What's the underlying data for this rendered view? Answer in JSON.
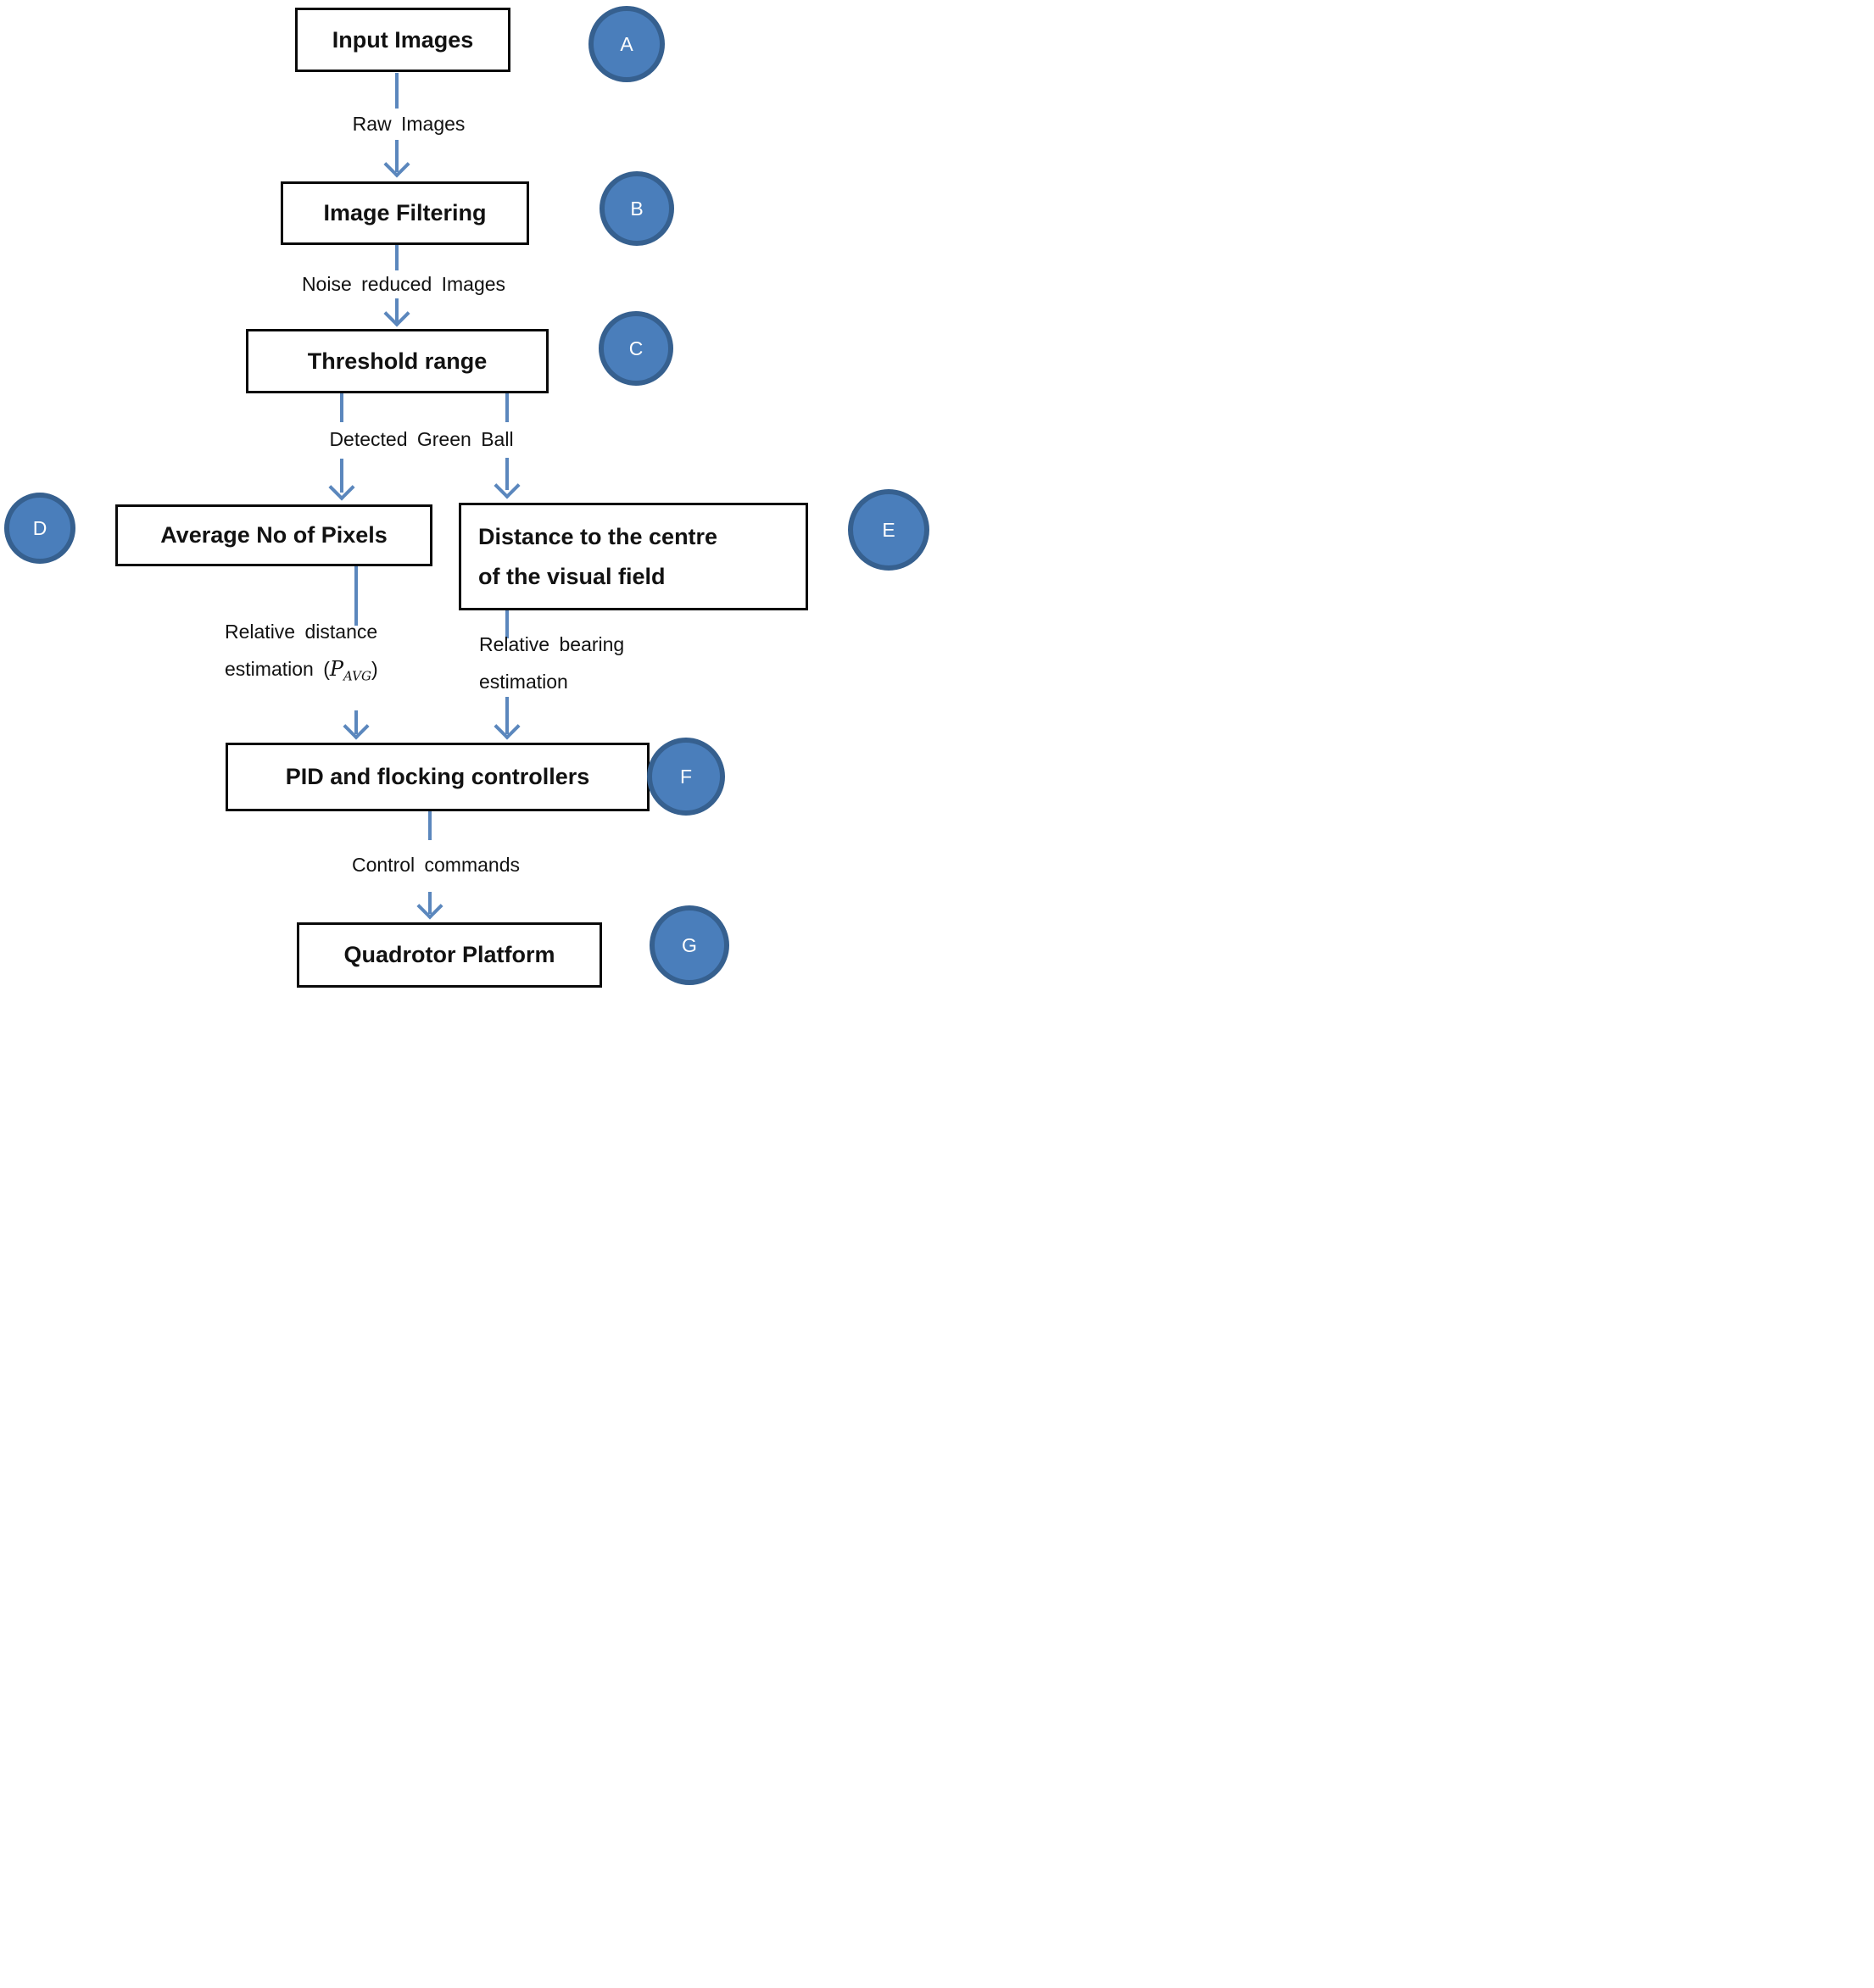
{
  "diagram": {
    "title": "Vision-based quadrotor flocking pipeline flowchart",
    "nodes": [
      {
        "id": "input-images",
        "label": "Input Images"
      },
      {
        "id": "image-filtering",
        "label": "Image Filtering"
      },
      {
        "id": "threshold-range",
        "label": "Threshold range"
      },
      {
        "id": "average-pixels",
        "label": "Average No of Pixels"
      },
      {
        "id": "distance-centre",
        "label": "Distance to the centre of the visual field",
        "label_line1": "Distance to the centre",
        "label_line2": "of the visual field"
      },
      {
        "id": "pid-controllers",
        "label": "PID and flocking controllers"
      },
      {
        "id": "quadrotor-platform",
        "label": "Quadrotor Platform"
      }
    ],
    "markers": [
      {
        "label": "A"
      },
      {
        "label": "B"
      },
      {
        "label": "C"
      },
      {
        "label": "D"
      },
      {
        "label": "E"
      },
      {
        "label": "F"
      },
      {
        "label": "G"
      }
    ],
    "edges": [
      {
        "from": "input-images",
        "to": "image-filtering",
        "label": "Raw Images"
      },
      {
        "from": "image-filtering",
        "to": "threshold-range",
        "label": "Noise reduced Images"
      },
      {
        "from": "threshold-range",
        "to": "average-pixels / distance-centre",
        "label": "Detected Green Ball"
      },
      {
        "from": "average-pixels",
        "to": "pid-controllers",
        "label": "Relative distance estimation (PAVG)",
        "parts": {
          "line1": "Relative distance",
          "line2_pre": "estimation (",
          "var": "P",
          "sub": "AVG",
          "line2_post": ")"
        }
      },
      {
        "from": "distance-centre",
        "to": "pid-controllers",
        "label": "Relative bearing estimation",
        "parts": {
          "line1": "Relative bearing",
          "line2": "estimation"
        }
      },
      {
        "from": "pid-controllers",
        "to": "quadrotor-platform",
        "label": "Control commands"
      }
    ],
    "colors": {
      "circle_fill": "#4a7ebb",
      "circle_ring": "#36608f",
      "arrow": "#5b87bd",
      "box_border": "#0a0a0a",
      "text": "#121212",
      "background": "#ffffff"
    }
  }
}
